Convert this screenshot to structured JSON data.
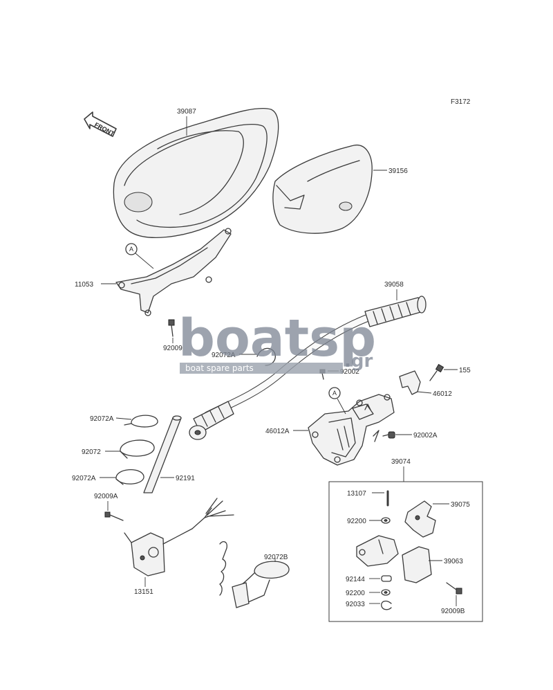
{
  "figure_code": "F3172",
  "front_arrow_label": "FRONT",
  "callout_a": "A",
  "watermark": {
    "brand": "boatsp",
    "tld": ".gr",
    "tagline": "boat spare parts"
  },
  "labels": {
    "p39087": "39087",
    "p39156": "39156",
    "p11053": "11053",
    "p92009": "92009",
    "p39058": "39058",
    "p92072A_top": "92072A",
    "p92002": "92002",
    "p155": "155",
    "p46012": "46012",
    "p46012A": "46012A",
    "p92002A": "92002A",
    "p92072A_l1": "92072A",
    "p92072": "92072",
    "p92072A_l2": "92072A",
    "p92191": "92191",
    "p92009A": "92009A",
    "p13151": "13151",
    "p92072B": "92072B",
    "p39074": "39074",
    "p13107": "13107",
    "p39075": "39075",
    "p92200_a": "92200",
    "p39063": "39063",
    "p92144": "92144",
    "p92200_b": "92200",
    "p92033": "92033",
    "p92009B": "92009B"
  }
}
